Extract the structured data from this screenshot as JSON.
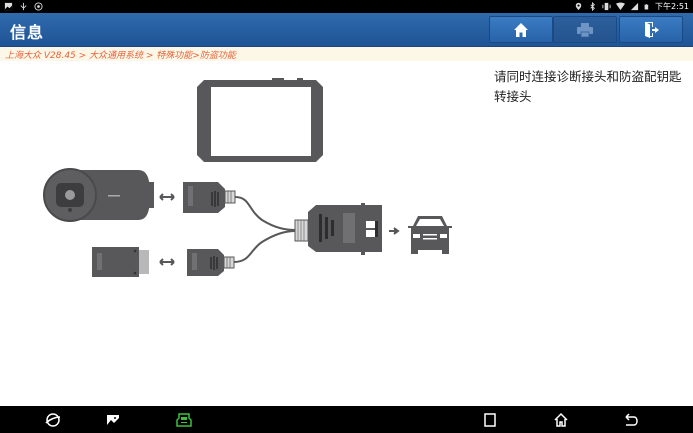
{
  "status_bar": {
    "left_icons": [
      "image-notification-icon",
      "usb-icon",
      "settings-notification-icon"
    ],
    "right_icons": [
      "location-icon",
      "bluetooth-icon",
      "vibrate-icon",
      "wifi-icon",
      "signal-icon",
      "battery-icon"
    ],
    "time": "下午2:51"
  },
  "header": {
    "title": "信息",
    "buttons": [
      {
        "name": "home",
        "icon": "home-icon"
      },
      {
        "name": "print",
        "icon": "printer-icon"
      },
      {
        "name": "exit",
        "icon": "exit-icon"
      }
    ]
  },
  "breadcrumb": {
    "text": "上海大众 V28.45 > 大众通用系统 > 特殊功能>防盗功能"
  },
  "content": {
    "instruction": "请同时连接诊断接头和防盗配钥匙转接头",
    "diagram": {
      "items": [
        "tablet",
        "key-programmer",
        "adapter-module",
        "obd-connector-1",
        "obd-connector-2",
        "y-cable",
        "obd-main-connector",
        "car"
      ]
    }
  },
  "nav_bar": {
    "icons": [
      "browser-icon",
      "gallery-icon",
      "vci-icon",
      "recent-apps-icon",
      "home-icon",
      "back-icon"
    ]
  },
  "colors": {
    "header_bg": "#2a62a6",
    "breadcrumb_bg": "#fdf7e8",
    "breadcrumb_text": "#e8623a",
    "device_gray": "#58585a",
    "vci_green": "#3fbf3f"
  }
}
